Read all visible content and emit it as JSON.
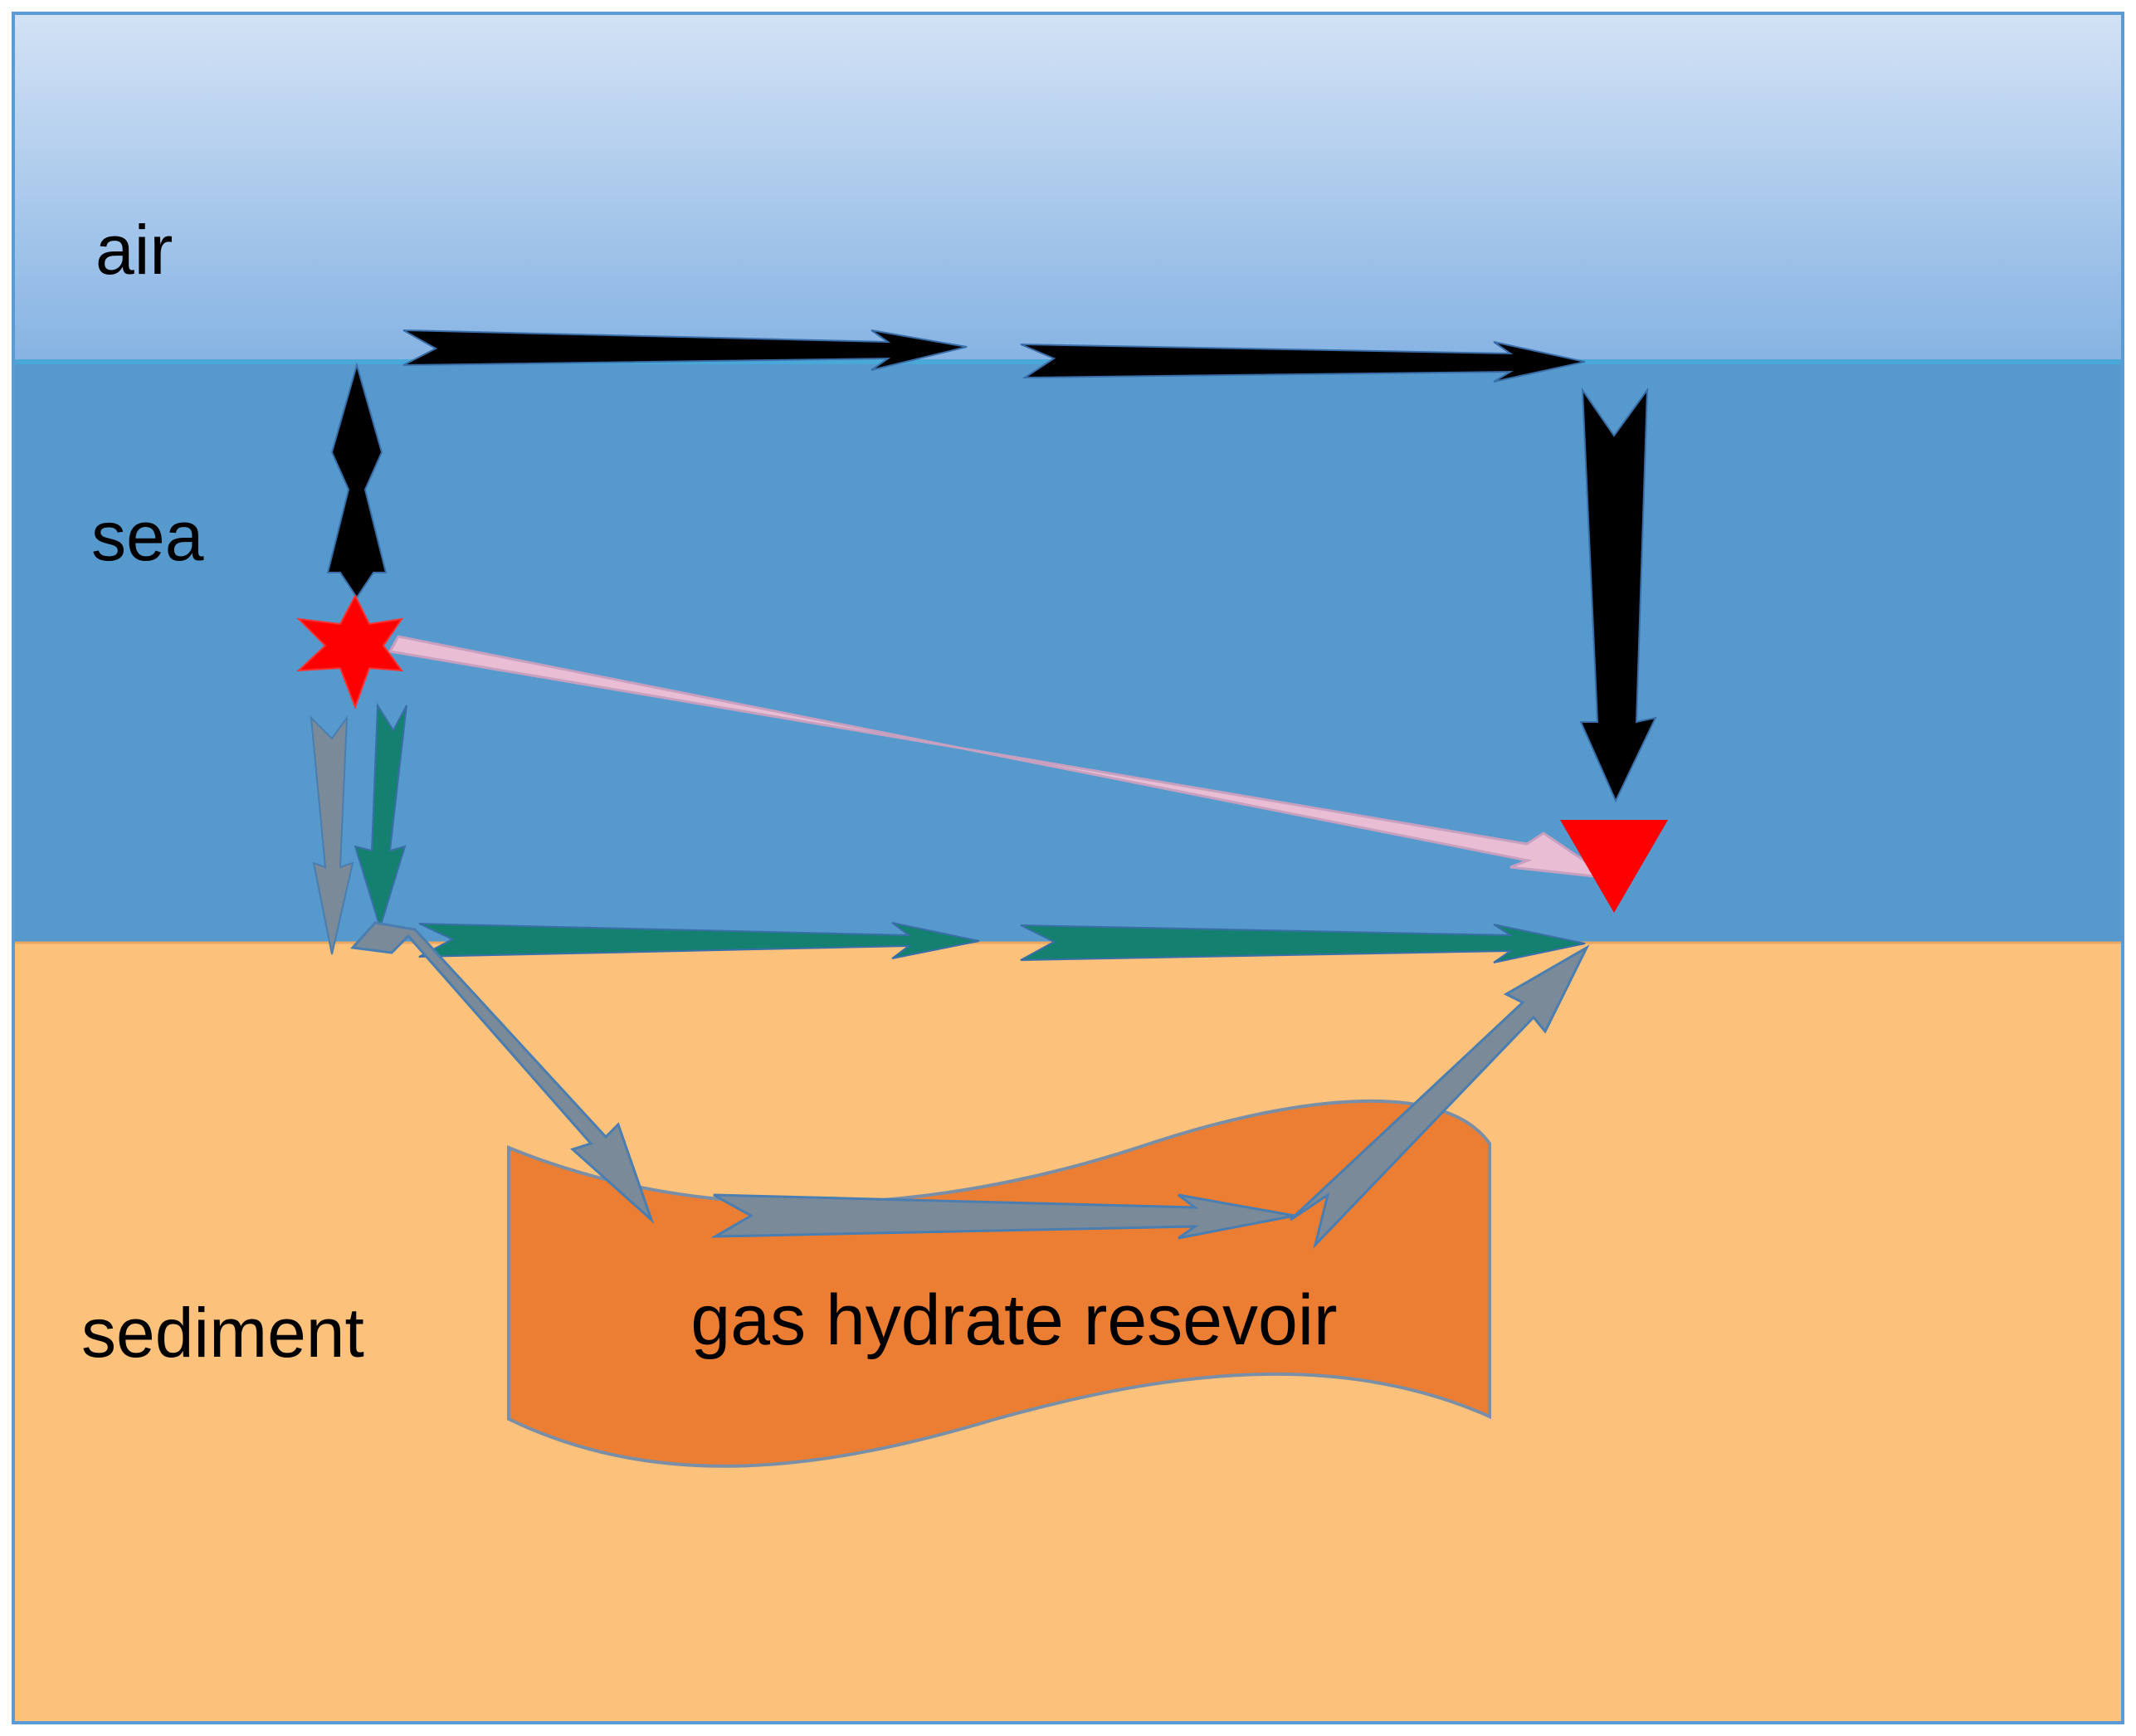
{
  "layers": {
    "air": {
      "label": "air",
      "color_top": "#d3e2f5",
      "color_bottom": "#86b3e3"
    },
    "sea": {
      "label": "sea",
      "color": "#5699cd"
    },
    "sediment": {
      "label": "sediment",
      "color": "#fcc27c"
    }
  },
  "reservoir": {
    "label": "gas hydrate resevoir",
    "color": "#ec7e33"
  },
  "source": {
    "shape": "star",
    "color": "#ff0000"
  },
  "receiver": {
    "shape": "inverted-triangle",
    "color": "#ff0000"
  },
  "paths": {
    "airborne": {
      "color": "#000000"
    },
    "direct": {
      "color": "#e9bdd3"
    },
    "seafloor": {
      "color": "#148170"
    },
    "reservoir": {
      "color": "#7a8a99"
    }
  }
}
